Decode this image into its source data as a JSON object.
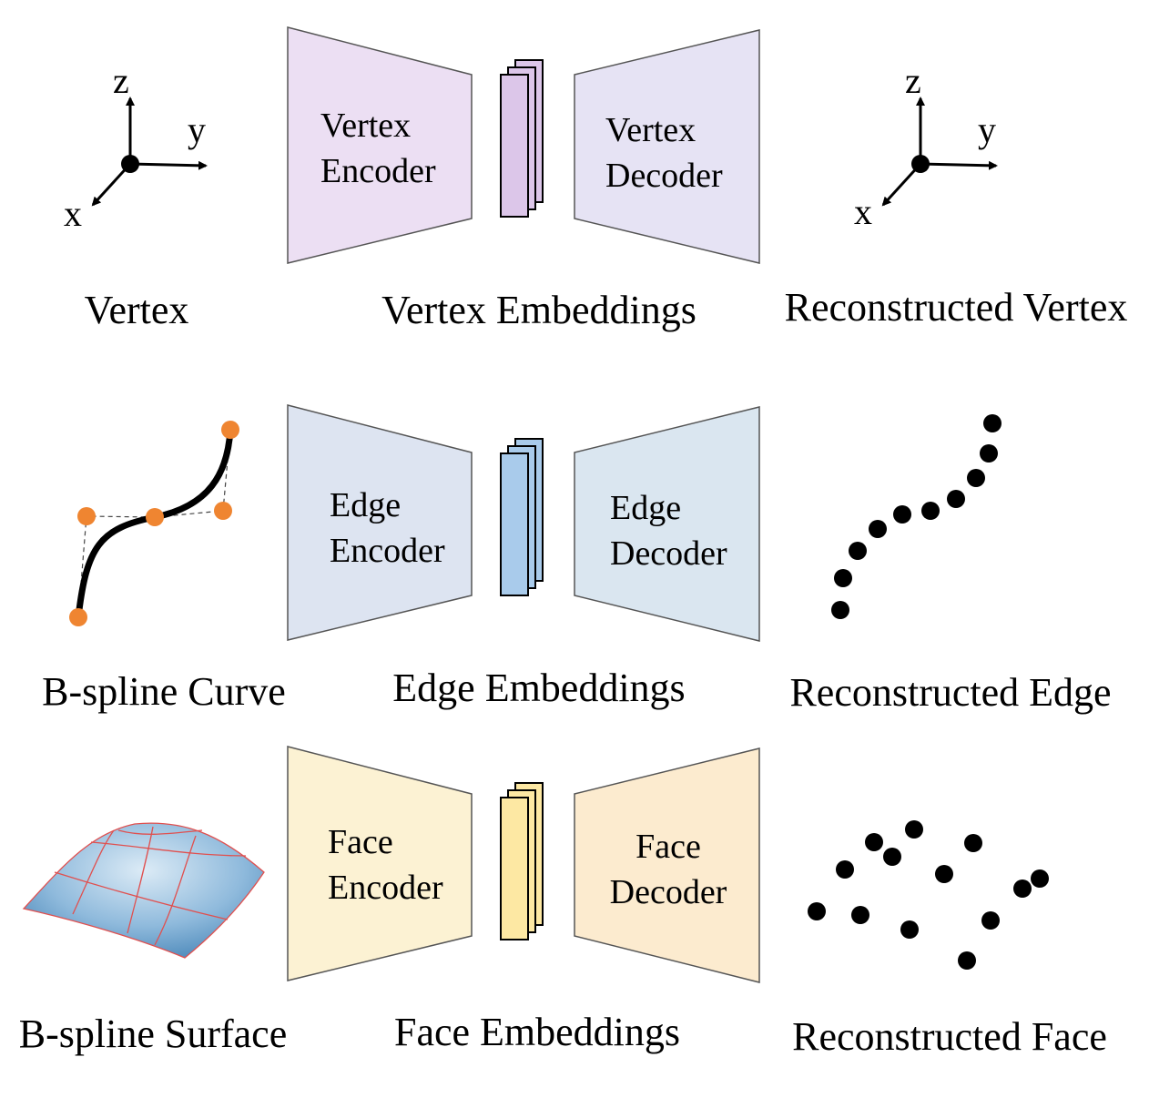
{
  "rows": [
    {
      "id": "vertex",
      "input_label": "Vertex",
      "encoder_lines": [
        "Vertex",
        "Encoder"
      ],
      "embedding_label": "Vertex Embeddings",
      "decoder_lines": [
        "Vertex",
        "Decoder"
      ],
      "output_label": "Reconstructed Vertex",
      "colors": {
        "encoder": "#ecdff3",
        "decoder": "#e6e3f4",
        "embedding": "#dcc6e9"
      }
    },
    {
      "id": "edge",
      "input_label": "B-spline Curve",
      "encoder_lines": [
        "Edge",
        "Encoder"
      ],
      "embedding_label": "Edge Embeddings",
      "decoder_lines": [
        "Edge",
        "Decoder"
      ],
      "output_label": "Reconstructed Edge",
      "colors": {
        "encoder": "#dde4f1",
        "decoder": "#dae6f0",
        "embedding": "#a9cbeb"
      }
    },
    {
      "id": "face",
      "input_label": "B-spline Surface",
      "encoder_lines": [
        "Face",
        "Encoder"
      ],
      "embedding_label": "Face Embeddings",
      "decoder_lines": [
        "Face",
        "Decoder"
      ],
      "output_label": "Reconstructed Face",
      "colors": {
        "encoder": "#fcf2d3",
        "decoder": "#fcebcf",
        "embedding": "#fde8a3"
      }
    }
  ],
  "axes": {
    "x": "x",
    "y": "y",
    "z": "z"
  },
  "control_point_color": "#ef8531",
  "surface_color": "#7fb1d6",
  "surface_grid_color": "#e0504f"
}
